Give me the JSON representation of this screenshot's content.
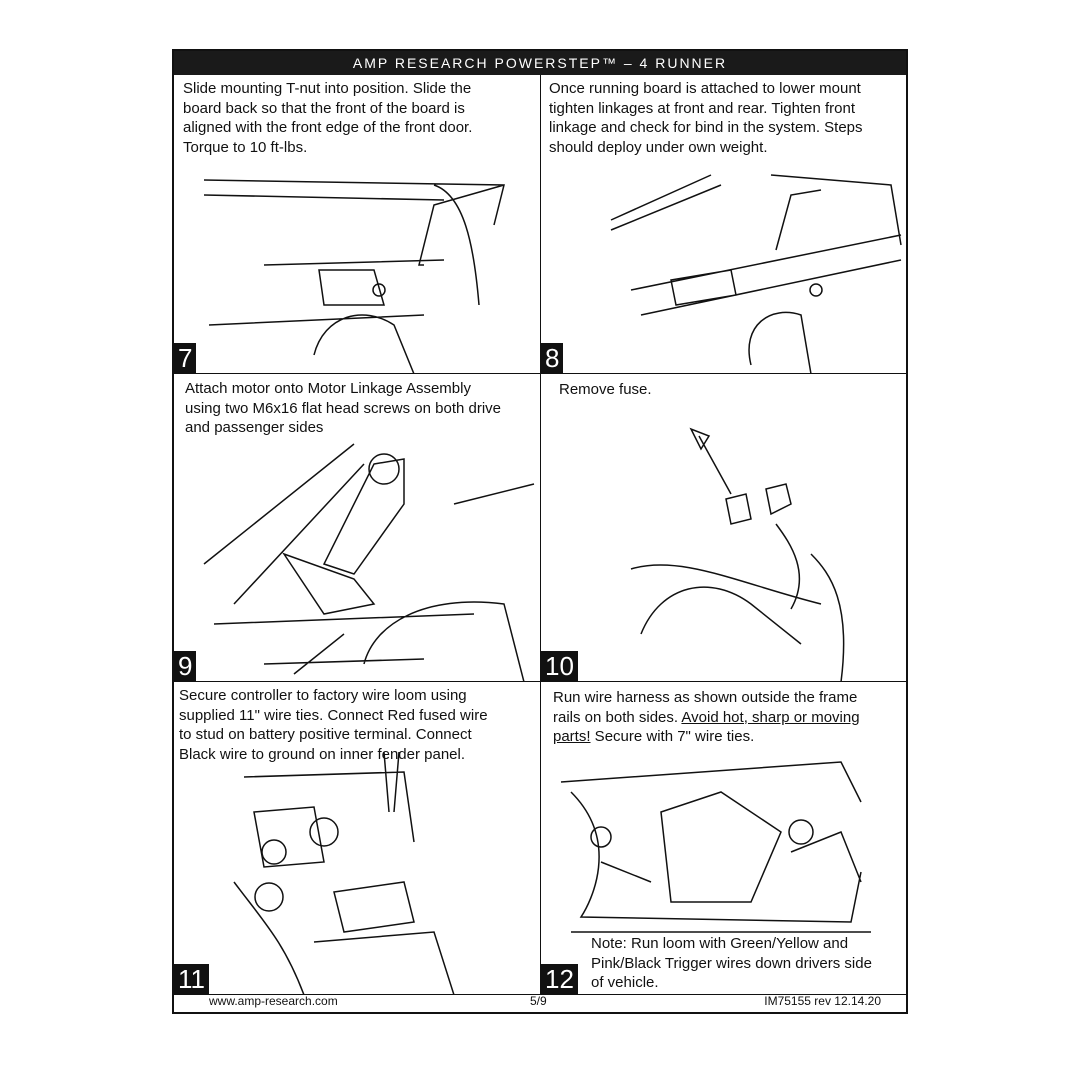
{
  "header": {
    "title": "AMP RESEARCH POWERSTEP™ – 4 RUNNER"
  },
  "steps": [
    {
      "number": "7",
      "text": "Slide mounting T-nut into position. Slide the\nboard back so that the front of the board is\naligned with the front edge of the front door.\nTorque to 10 ft-lbs."
    },
    {
      "number": "8",
      "text": "Once running board is attached to lower mount\ntighten linkages at front and rear. Tighten front\nlinkage and check for bind in the system. Steps\nshould deploy under own weight."
    },
    {
      "number": "9",
      "text": "Attach motor onto Motor Linkage Assembly\nusing two M6x16 flat head screws on both drive\nand passenger sides"
    },
    {
      "number": "10",
      "text": "Remove fuse."
    },
    {
      "number": "11",
      "text": "Secure controller to factory wire loom using\nsupplied 11\" wire ties.  Connect Red fused wire\nto stud on battery positive terminal.  Connect\nBlack wire to ground on inner fender panel."
    },
    {
      "number": "12",
      "text_a": "Run wire harness as shown outside the frame\nrails on both sides.  ",
      "text_u": "Avoid hot, sharp or moving\nparts!",
      "text_b": "  Secure with 7\" wire ties.",
      "note": "Note: Run loom with Green/Yellow and\nPink/Black Trigger wires down drivers side\nof vehicle."
    }
  ],
  "footer": {
    "url": "www.amp-research.com",
    "page": "5/9",
    "doc": "IM75155 rev 12.14.20"
  }
}
